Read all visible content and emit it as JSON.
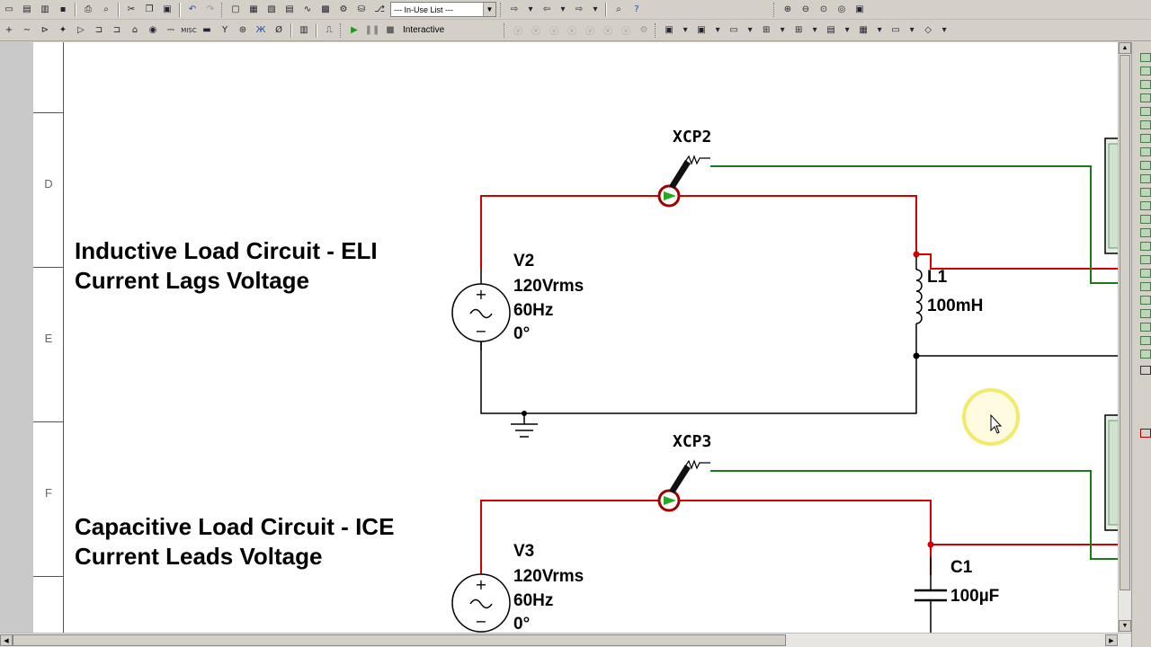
{
  "toolbar": {
    "in_use_list": "--- In-Use List ---",
    "run_mode": "Interactive"
  },
  "sheet": {
    "row_labels": [
      "D",
      "E",
      "F"
    ]
  },
  "circuits": {
    "inductive": {
      "title_line1": "Inductive Load Circuit - ELI",
      "title_line2": "Current Lags Voltage",
      "probe": "XCP2",
      "source_name": "V2",
      "source_voltage": "120Vrms",
      "source_freq": "60Hz",
      "source_phase": "0°",
      "load_name": "L1",
      "load_value": "100mH"
    },
    "capacitive": {
      "title_line1": "Capacitive Load Circuit - ICE",
      "title_line2": "Current Leads Voltage",
      "probe": "XCP3",
      "source_name": "V3",
      "source_voltage": "120Vrms",
      "source_freq": "60Hz",
      "source_phase": "0°",
      "load_name": "C1",
      "load_value": "100µF"
    }
  },
  "colors": {
    "wire_red": "#d40000",
    "wire_green": "#1a7a1a",
    "cursor_highlight": "#f7f27a"
  }
}
